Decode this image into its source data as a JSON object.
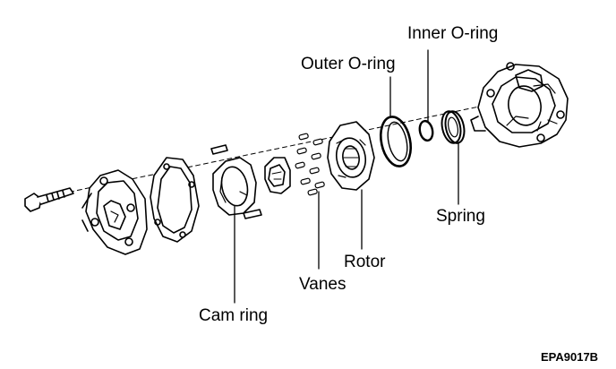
{
  "labels": {
    "inner_oring": "Inner O-ring",
    "outer_oring": "Outer O-ring",
    "spring": "Spring",
    "rotor": "Rotor",
    "vanes": "Vanes",
    "cam_ring": "Cam ring"
  },
  "figure_code": "EPA9017B",
  "colors": {
    "ink": "#000000",
    "paper": "#ffffff"
  }
}
